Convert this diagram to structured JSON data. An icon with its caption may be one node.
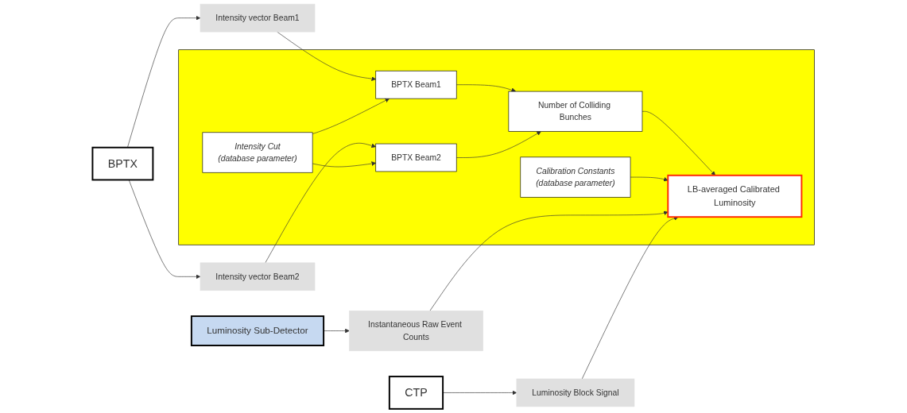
{
  "diagram": {
    "nodes": [
      {
        "text": [
          "BPTX"
        ]
      },
      {
        "text": [
          "Intensity vector Beam1"
        ]
      },
      {
        "text": [
          "Intensity vector Beam2"
        ]
      },
      {
        "text": [
          "Luminosity Sub-Detector"
        ]
      },
      {
        "text": [
          "Instantaneous Raw Event Counts"
        ]
      },
      {
        "text": [],
        "shape": "box"
      },
      {
        "text": [
          "BPTX  Beam1"
        ],
        "in": 5
      },
      {
        "text": [
          "Intensity Cut",
          "(database parameter)"
        ],
        "in": 5
      },
      {
        "text": [
          "BPTX Beam2"
        ],
        "in": 5
      },
      {
        "text": [
          "Number of Colliding Bunches"
        ],
        "in": 5
      },
      {
        "text": [
          "Calibration Constants",
          "(database parameter)"
        ],
        "in": 5
      },
      {
        "text": [
          "LB-averaged Calibrated Luminosity"
        ],
        "in": 5
      },
      {
        "text": [
          "CTP"
        ]
      },
      {
        "text": [
          "Luminosity Block Signal"
        ]
      }
    ],
    "edges": [
      {
        "from": 0,
        "to": 1,
        "arrow": "to"
      },
      {
        "from": 0,
        "to": 2,
        "arrow": "to"
      },
      {
        "from": 1,
        "to": 6,
        "arrow": "to"
      },
      {
        "from": 2,
        "to": 8,
        "arrow": "to"
      },
      {
        "from": 7,
        "to": 6,
        "arrow": "to"
      },
      {
        "from": 7,
        "to": 8,
        "arrow": "to"
      },
      {
        "from": 6,
        "to": 9,
        "arrow": "to"
      },
      {
        "from": 8,
        "to": 9,
        "arrow": "to"
      },
      {
        "from": 9,
        "to": 11,
        "arrow": "to"
      },
      {
        "from": 10,
        "to": 11,
        "arrow": "to"
      },
      {
        "from": 3,
        "to": 4,
        "arrow": "to"
      },
      {
        "from": 4,
        "to": 11,
        "arrow": "to"
      },
      {
        "from": 12,
        "to": 13,
        "arrow": "to"
      },
      {
        "from": 13,
        "to": 11,
        "arrow": "to"
      }
    ]
  }
}
